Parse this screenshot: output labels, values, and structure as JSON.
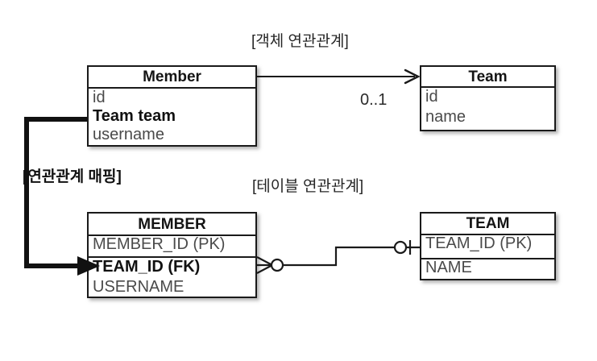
{
  "diagram": {
    "captions": {
      "object_relation": "[객체 연관관계]",
      "table_relation": "[테이블 연관관계]",
      "mapping": "[연관관계 매핑]",
      "multiplicity": "0..1"
    },
    "object_model": {
      "member": {
        "title": "Member",
        "fields": [
          {
            "label": "id",
            "emphasis": false
          },
          {
            "label": "Team team",
            "emphasis": true
          },
          {
            "label": "username",
            "emphasis": false
          }
        ]
      },
      "team": {
        "title": "Team",
        "fields": [
          {
            "label": "id",
            "emphasis": false
          },
          {
            "label": "name",
            "emphasis": false
          }
        ]
      }
    },
    "table_model": {
      "member": {
        "title": "MEMBER",
        "primary": [
          {
            "label": "MEMBER_ID (PK)",
            "emphasis": false
          }
        ],
        "columns": [
          {
            "label": "TEAM_ID (FK)",
            "emphasis": true
          },
          {
            "label": "USERNAME",
            "emphasis": false
          }
        ]
      },
      "team": {
        "title": "TEAM",
        "primary": [
          {
            "label": "TEAM_ID (PK)",
            "emphasis": false
          }
        ],
        "columns": [
          {
            "label": "NAME",
            "emphasis": false
          }
        ]
      }
    },
    "colors": {
      "stroke": "#1a1a1a",
      "field_text": "#4a4a4a",
      "emphasis_text": "#111111",
      "background": "#ffffff"
    }
  }
}
